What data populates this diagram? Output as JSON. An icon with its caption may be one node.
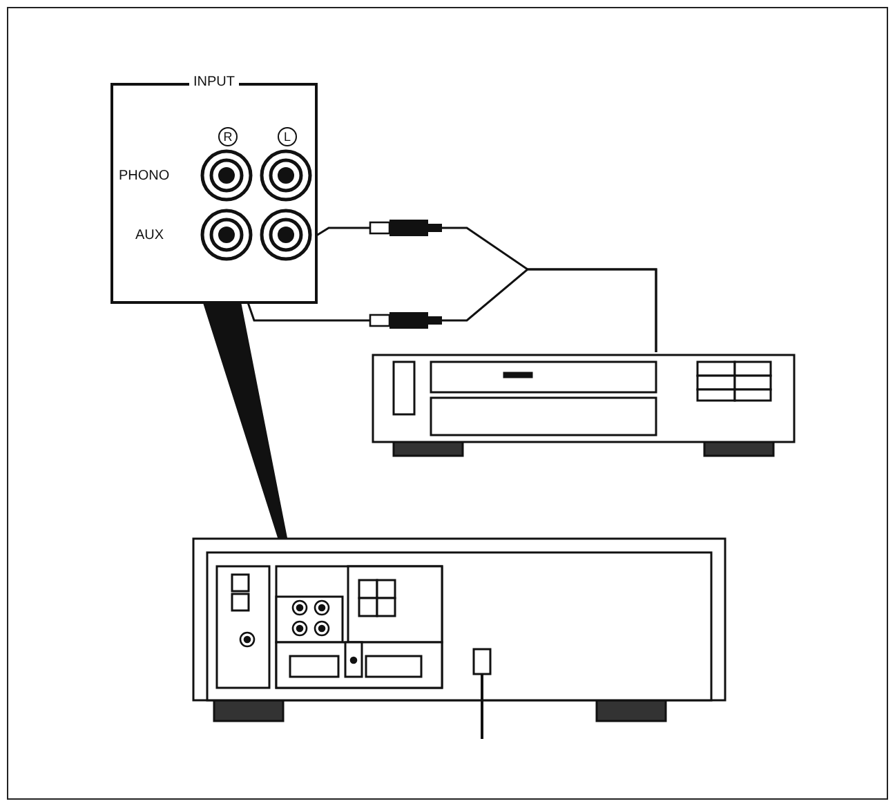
{
  "diagram": {
    "nodes": [
      {
        "text": [
          "INPUT"
        ]
      },
      {
        "text": [],
        "shape": "circle",
        "in": 0
      },
      {
        "text": [],
        "shape": "circle",
        "in": 0
      },
      {
        "text": [],
        "shape": "picture"
      },
      {
        "text": [],
        "shape": "picture"
      }
    ],
    "edges": [
      {
        "from": 3,
        "to": 1,
        "arrow": "to"
      },
      {
        "from": 3,
        "to": 2,
        "arrow": "to"
      },
      {
        "from": 0,
        "to": 4,
        "arrow": "none"
      }
    ],
    "labels": [
      "R",
      "L",
      "PHONO",
      "AUX"
    ]
  }
}
